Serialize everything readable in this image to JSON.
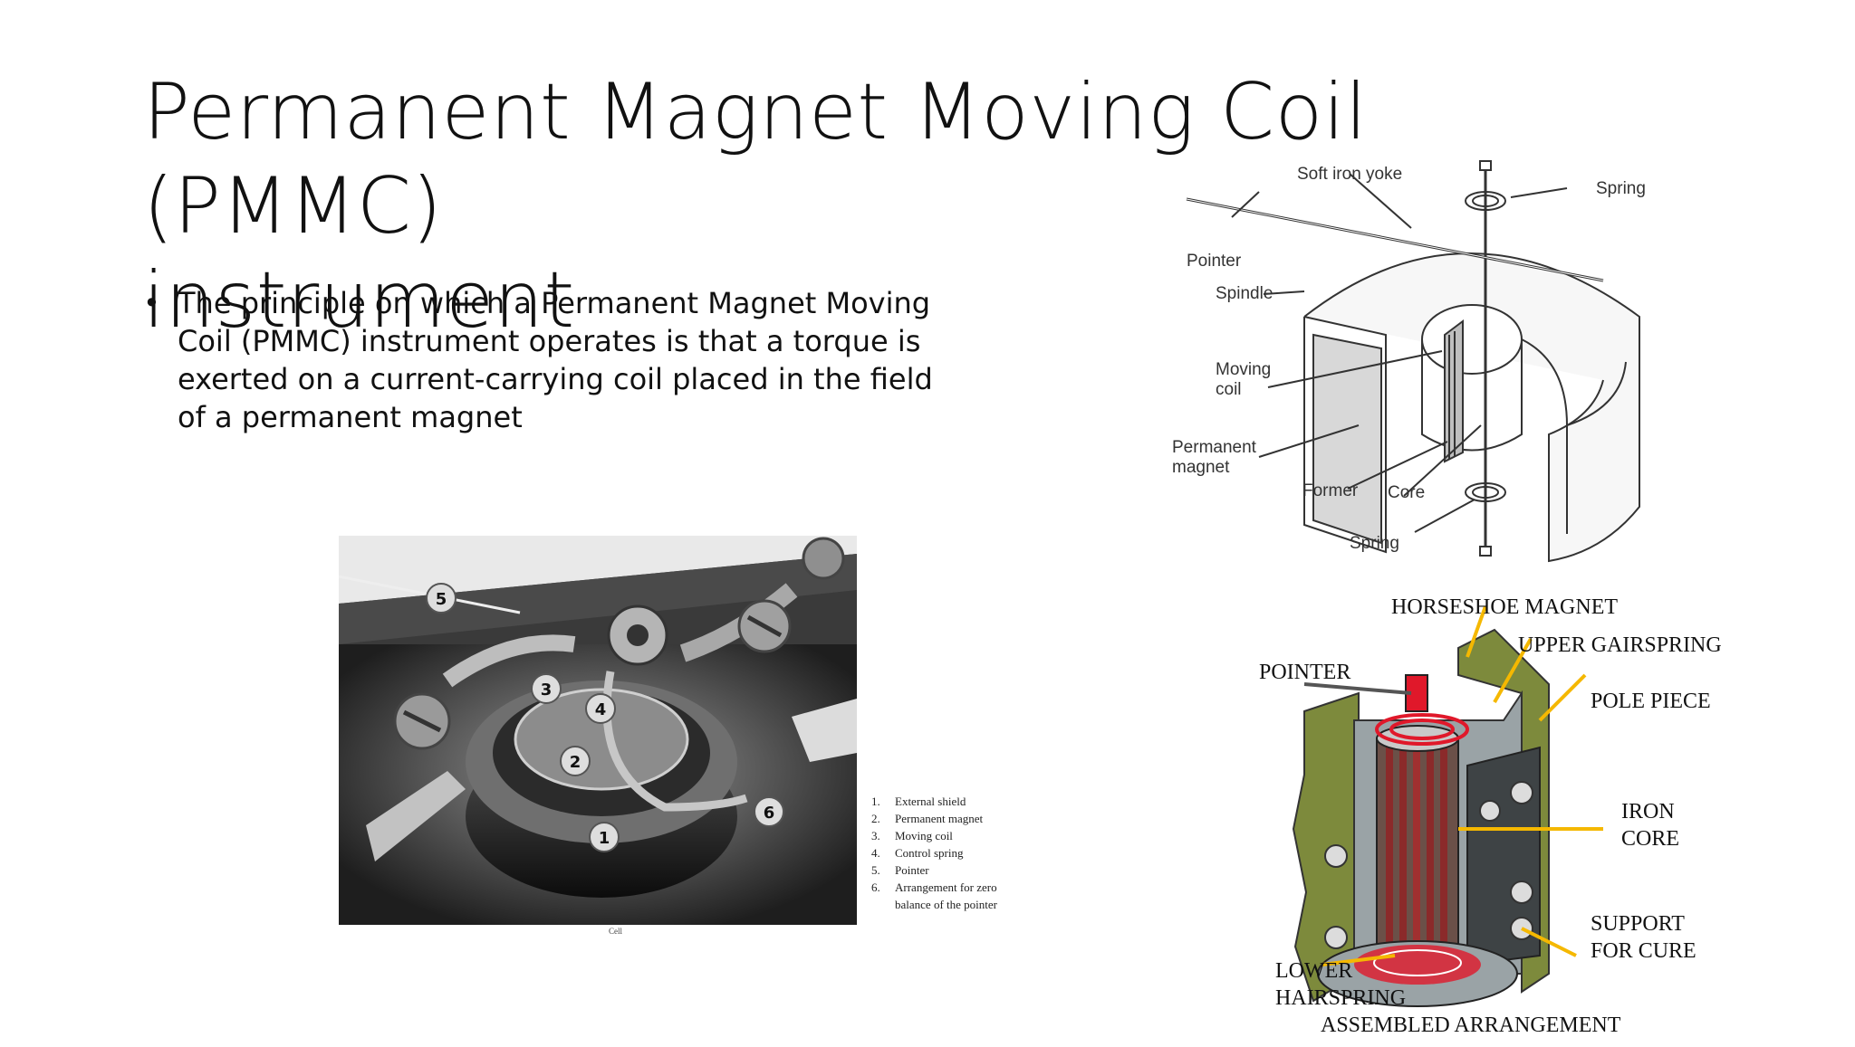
{
  "slide": {
    "title_line1": "Permanent Magnet Moving Coil (PMMC)",
    "title_line2": "instrument",
    "bullet_symbol": "•",
    "bullet_text": "The principle on which a Permanent Magnet Moving Coil (PMMC) instrument operates is that a torque is exerted on a current-carrying coil placed in the field of a permanent magnet"
  },
  "photo_figure": {
    "callouts": [
      "5",
      "3",
      "4",
      "2",
      "1",
      "6"
    ],
    "legend": [
      {
        "num": "1.",
        "text": "External shield"
      },
      {
        "num": "2.",
        "text": "Permanent magnet"
      },
      {
        "num": "3.",
        "text": "Moving coil"
      },
      {
        "num": "4.",
        "text": "Control spring"
      },
      {
        "num": "5.",
        "text": "Pointer"
      },
      {
        "num": "6.",
        "text": "Arrangement for zero balance of the pointer"
      }
    ],
    "caption": "Cell"
  },
  "line_diagram": {
    "labels": {
      "soft_iron_yoke": "Soft iron yoke",
      "spring_top": "Spring",
      "pointer": "Pointer",
      "spindle": "Spindle",
      "moving_coil_1": "Moving",
      "moving_coil_2": "coil",
      "permanent_magnet_1": "Permanent",
      "permanent_magnet_2": "magnet",
      "former": "Former",
      "core": "Core",
      "spring_bottom": "Spring"
    }
  },
  "color_diagram": {
    "labels": {
      "horseshoe_magnet": "HORSESHOE MAGNET",
      "upper_gairspring": "UPPER GAIRSPRING",
      "pointer": "POINTER",
      "pole_piece": "POLE PIECE",
      "iron_core_1": "IRON",
      "iron_core_2": "CORE",
      "support_1": "SUPPORT",
      "support_2": "FOR CURE",
      "lower_hairspring_1": "LOWER",
      "lower_hairspring_2": "HAIRSPRING",
      "assembled": "ASSEMBLED ARRANGEMENT"
    },
    "colors": {
      "magnet_green": "#7d8a3c",
      "leader_orange": "#f5b800",
      "spring_red": "#e0182a",
      "body_grey": "#9aa3a6"
    }
  }
}
